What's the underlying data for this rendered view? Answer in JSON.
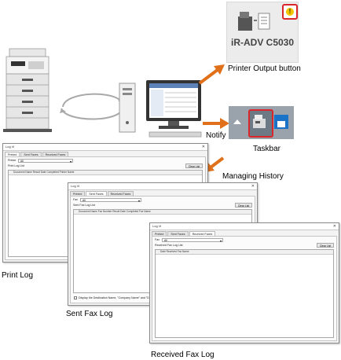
{
  "labels": {
    "printer_output_button": "Printer Output button",
    "notify": "Notify",
    "taskbar": "Taskbar",
    "managing_history": "Managing History",
    "print_log": "Print Log",
    "sent_fax_log": "Sent Fax Log",
    "received_fax_log": "Received Fax Log"
  },
  "printer_model": "iR-ADV C5030",
  "colors": {
    "arrow": "#e0701a",
    "highlight": "#d9262b",
    "badge": "#f2c500",
    "taskbar": "#9aa3ab"
  },
  "windows": {
    "print_log": {
      "title": "Log Vi",
      "tabs": [
        "Printed",
        "Sent Faxes",
        "Received Faxes"
      ],
      "filter_label": "Printer",
      "filter_value": "All",
      "list_label": "Print Log List",
      "clear_button": "Clear List",
      "columns": "Document Name  Result  Date Completed  Printer Name"
    },
    "sent_fax_log": {
      "title": "Log Vi",
      "tabs": [
        "Printed",
        "Sent Faxes",
        "Received Faxes"
      ],
      "filter_label": "Fax",
      "filter_value": "All",
      "list_label": "Sent Fax Log List",
      "clear_button": "Clear List",
      "columns": "Document Name  Fax Number  Result  Date Completed  Fax Name",
      "checkbox_label": "Display the Destination Name, \"Company Name\" and \"Department\""
    },
    "received_fax_log": {
      "title": "Log Vi",
      "tabs": [
        "Printed",
        "Sent Faxes",
        "Received Faxes"
      ],
      "filter_label": "Fax",
      "filter_value": "All",
      "list_label": "Received Fax Log List",
      "clear_button": "Clear List",
      "columns": "Date Received  Fax Name"
    }
  }
}
